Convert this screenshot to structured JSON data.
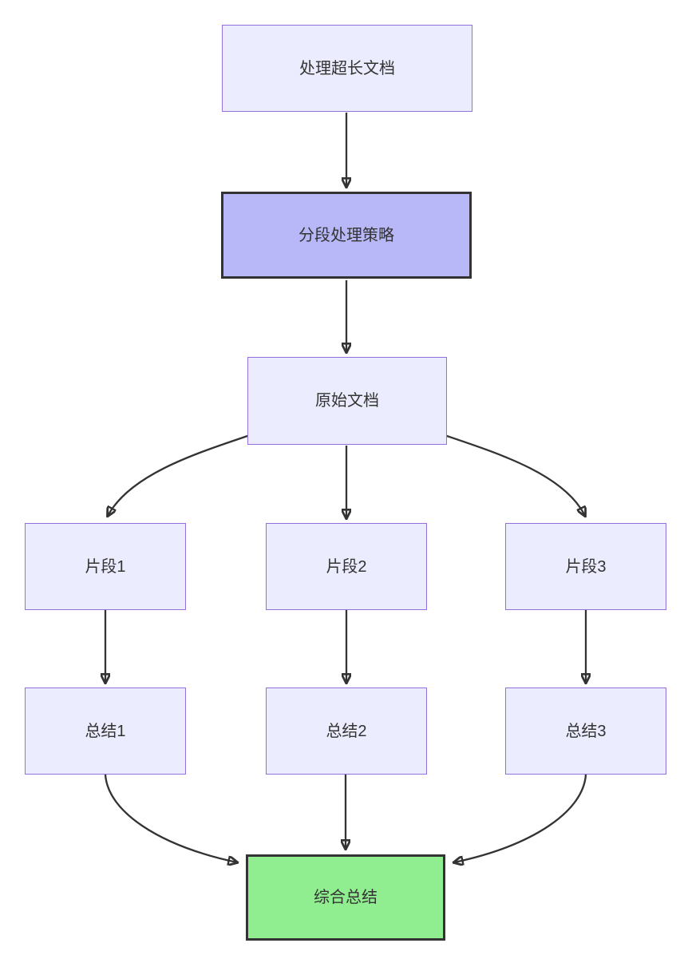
{
  "diagram_type": "flowchart-top-down",
  "nodes": [
    {
      "id": "start",
      "label": "处理超长文档",
      "style": "default"
    },
    {
      "id": "strategy",
      "label": "分段处理策略",
      "style": "emphasis-purple"
    },
    {
      "id": "original-doc",
      "label": "原始文档",
      "style": "default"
    },
    {
      "id": "segment-1",
      "label": "片段1",
      "style": "default"
    },
    {
      "id": "segment-2",
      "label": "片段2",
      "style": "default"
    },
    {
      "id": "segment-3",
      "label": "片段3",
      "style": "default"
    },
    {
      "id": "summary-1",
      "label": "总结1",
      "style": "default"
    },
    {
      "id": "summary-2",
      "label": "总结2",
      "style": "default"
    },
    {
      "id": "summary-3",
      "label": "总结3",
      "style": "default"
    },
    {
      "id": "final-summary",
      "label": "综合总结",
      "style": "emphasis-green"
    }
  ],
  "edges": [
    {
      "from": "处理超长文档",
      "to": "分段处理策略"
    },
    {
      "from": "分段处理策略",
      "to": "原始文档"
    },
    {
      "from": "原始文档",
      "to": "片段1"
    },
    {
      "from": "原始文档",
      "to": "片段2"
    },
    {
      "from": "原始文档",
      "to": "片段3"
    },
    {
      "from": "片段1",
      "to": "总结1"
    },
    {
      "from": "片段2",
      "to": "总结2"
    },
    {
      "from": "片段3",
      "to": "总结3"
    },
    {
      "from": "总结1",
      "to": "综合总结"
    },
    {
      "from": "总结2",
      "to": "综合总结"
    },
    {
      "from": "总结3",
      "to": "综合总结"
    }
  ],
  "colors": {
    "background": "#ffffff",
    "node-fill": "#ececff",
    "node-border": "#9370db",
    "strategy-fill": "#b8b8f8",
    "final-fill": "#90ee90",
    "emphasis-border": "#333333",
    "edge": "#333333",
    "text": "#333333"
  }
}
